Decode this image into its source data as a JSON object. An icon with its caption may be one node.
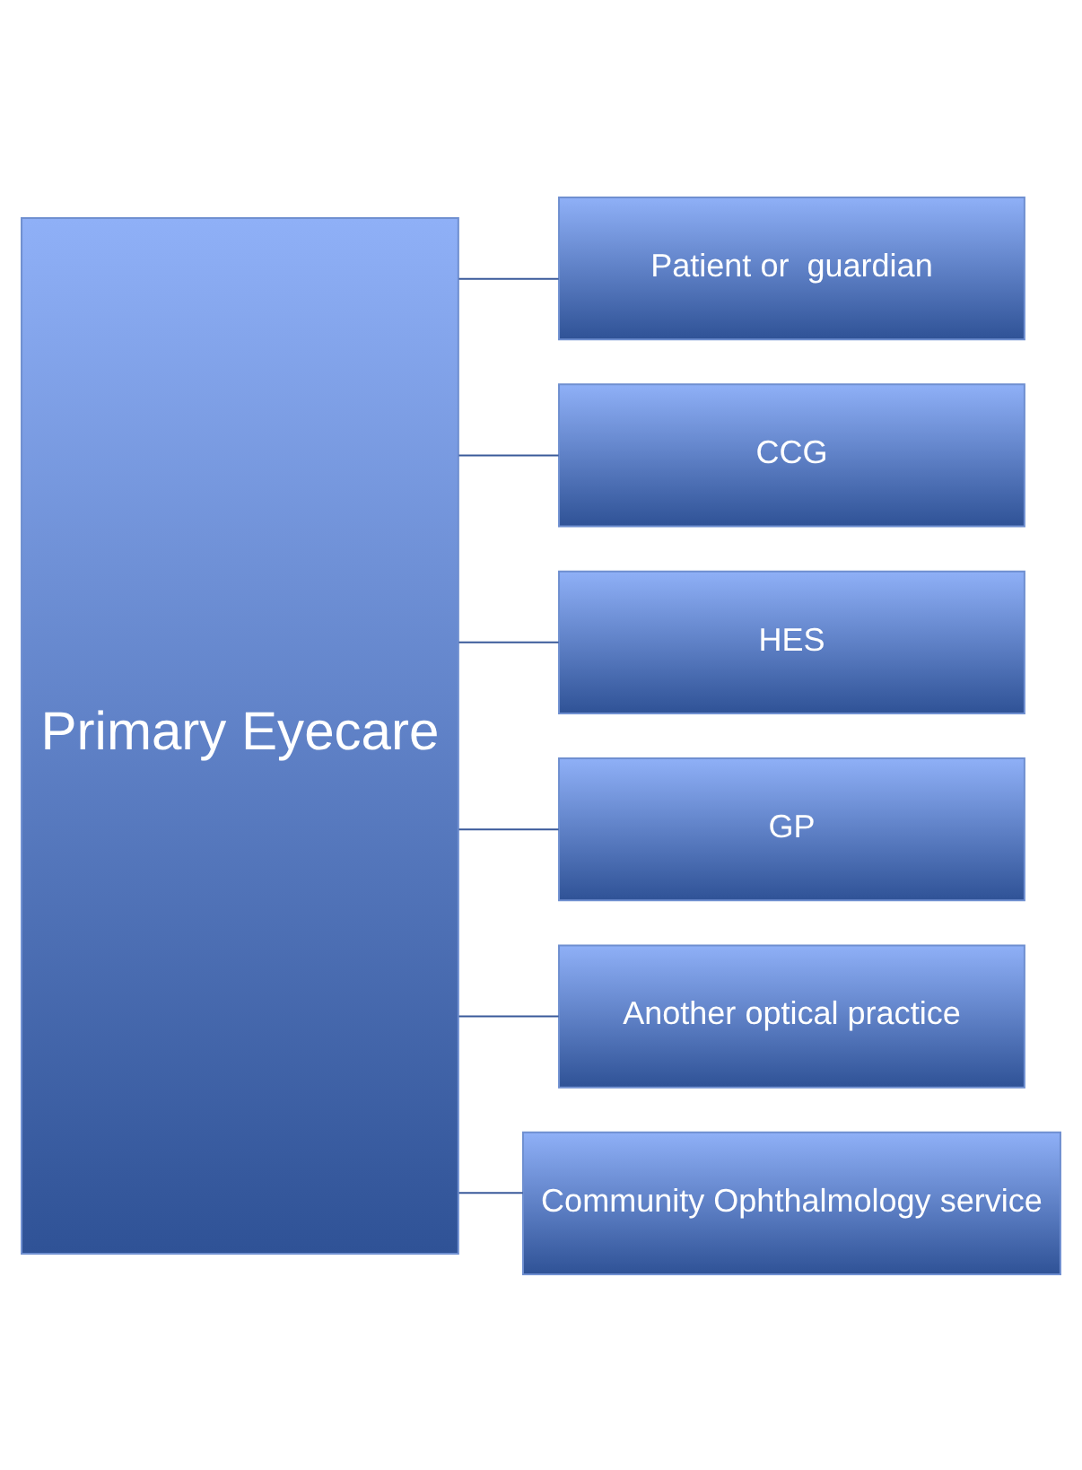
{
  "diagram": {
    "nodes": [
      {
        "text": [
          "Primary Eyecare"
        ]
      },
      {
        "text": [
          "Patient or  guardian"
        ]
      },
      {
        "text": [
          "CCG"
        ]
      },
      {
        "text": [
          "HES"
        ]
      },
      {
        "text": [
          "GP"
        ]
      },
      {
        "text": [
          "Another optical practice"
        ]
      },
      {
        "text": [
          "Community Ophthalmology service"
        ]
      }
    ],
    "edges": [
      {
        "from": 0,
        "to": 1,
        "arrow": "none"
      },
      {
        "from": 0,
        "to": 2,
        "arrow": "none"
      },
      {
        "from": 0,
        "to": 3,
        "arrow": "none"
      },
      {
        "from": 0,
        "to": 4,
        "arrow": "none"
      },
      {
        "from": 0,
        "to": 5,
        "arrow": "none"
      },
      {
        "from": 0,
        "to": 6,
        "arrow": "none"
      }
    ]
  }
}
